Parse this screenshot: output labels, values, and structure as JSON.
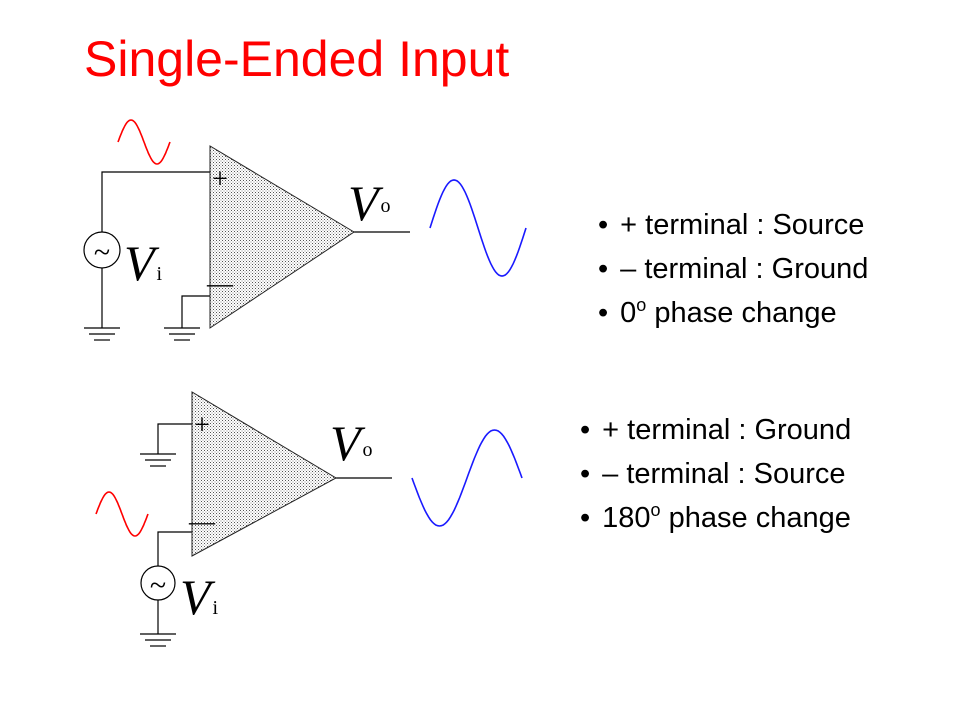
{
  "title": "Single-Ended Input",
  "circuit_top": {
    "plus_sign": "+",
    "minus_sign": "—",
    "source_symbol": "~",
    "vi_main": "V",
    "vi_sub": "i",
    "vo_main": "V",
    "vo_sub": "o",
    "bullets": [
      {
        "text": "+ terminal : Source"
      },
      {
        "text": "– terminal : Ground"
      },
      {
        "text": "0",
        "sup": "o",
        "after": " phase change"
      }
    ]
  },
  "circuit_bottom": {
    "plus_sign": "+",
    "minus_sign": "—",
    "source_symbol": "~",
    "vi_main": "V",
    "vi_sub": "i",
    "vo_main": "V",
    "vo_sub": "o",
    "bullets": [
      {
        "text": "+ terminal : Ground"
      },
      {
        "text": "– terminal : Source"
      },
      {
        "text": "180",
        "sup": "o",
        "after": " phase change"
      }
    ]
  },
  "colors": {
    "title": "#ff0000",
    "input_wave": "#ff0000",
    "output_wave": "#1a1aff",
    "wire": "#000000"
  }
}
